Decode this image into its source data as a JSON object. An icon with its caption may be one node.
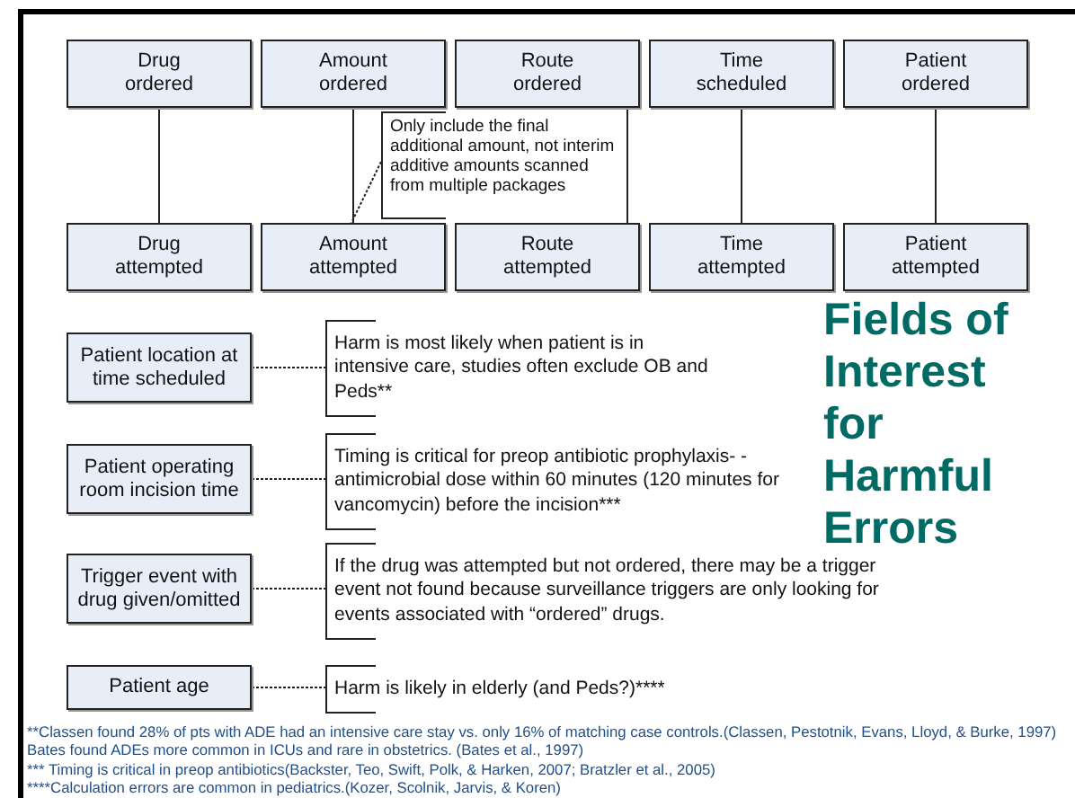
{
  "diagram": {
    "title": "Fields of Interest for Harmful Errors",
    "nodes": [
      {
        "text": [
          "Drug ordered"
        ]
      },
      {
        "text": [
          "Amount ordered"
        ]
      },
      {
        "text": [
          "Route ordered"
        ]
      },
      {
        "text": [
          "Time scheduled"
        ]
      },
      {
        "text": [
          "Patient ordered"
        ]
      },
      {
        "text": [
          "Drug attempted"
        ]
      },
      {
        "text": [
          "Amount attempted"
        ]
      },
      {
        "text": [
          "Route attempted"
        ]
      },
      {
        "text": [
          "Time attempted"
        ]
      },
      {
        "text": [
          "Patient attempted"
        ]
      },
      {
        "text": [
          "Only include the final additional amount, not interim additive amounts scanned from multiple packages"
        ]
      },
      {
        "text": [
          "Patient location at time scheduled"
        ]
      },
      {
        "text": [
          "Harm is most likely when patient is in intensive care, studies often exclude OB and Peds**"
        ]
      },
      {
        "text": [
          "Patient operating room incision time"
        ]
      },
      {
        "text": [
          "Timing is critical for preop antibiotic prophylaxis- -antimicrobial dose within 60 minutes (120 minutes for vancomycin) before the incision***"
        ]
      },
      {
        "text": [
          "Trigger event with drug given/omitted"
        ]
      },
      {
        "text": [
          "If the drug was attempted but not ordered, there may be a trigger event not found because surveillance triggers are only looking for events associated with “ordered” drugs."
        ]
      },
      {
        "text": [
          "Patient age"
        ]
      },
      {
        "text": [
          "Harm is likely in elderly (and Peds?)****"
        ]
      }
    ],
    "edges": [
      {
        "from": 0,
        "to": 5,
        "arrow": "none"
      },
      {
        "from": 1,
        "to": 6,
        "arrow": "none"
      },
      {
        "from": 2,
        "to": 7,
        "arrow": "none"
      },
      {
        "from": 3,
        "to": 8,
        "arrow": "none"
      },
      {
        "from": 4,
        "to": 9,
        "arrow": "none"
      },
      {
        "from": 10,
        "to": 6,
        "arrow": "none",
        "style": "dashed"
      },
      {
        "from": 11,
        "to": 12,
        "arrow": "none",
        "style": "dashed"
      },
      {
        "from": 13,
        "to": 14,
        "arrow": "none",
        "style": "dashed"
      },
      {
        "from": 15,
        "to": 16,
        "arrow": "none",
        "style": "dashed"
      },
      {
        "from": 17,
        "to": 18,
        "arrow": "none",
        "style": "dashed"
      }
    ],
    "labels": [
      "**Classen found 28% of pts with ADE had an intensive care stay vs. only 16% of matching case controls.(Classen, Pestotnik, Evans, Lloyd, & Burke, 1997)  Bates found ADEs more common in ICUs and rare in obstetrics. (Bates et al., 1997)",
      "*** Timing is critical in preop antibiotics(Backster, Teo, Swift, Polk, & Harken, 2007; Bratzler et al., 2005)",
      "****Calculation errors are common in pediatrics.(Kozer, Scolnik, Jarvis, & Koren)"
    ]
  }
}
